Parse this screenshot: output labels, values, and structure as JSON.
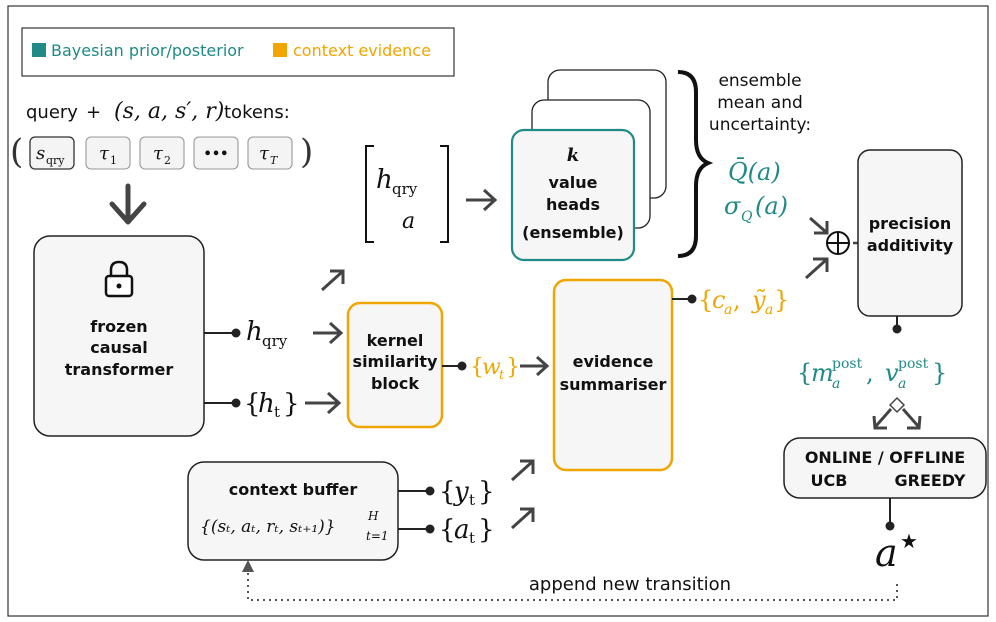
{
  "legend": {
    "prior_label": "Bayesian prior/posterior",
    "context_label": "context evidence",
    "prior_color": "#1f8a86",
    "context_color": "#f0a500"
  },
  "input_header": {
    "query_word": "query",
    "plus": "+",
    "tuple": "(s, a, s′, r)",
    "tokens_word": "tokens:"
  },
  "tokens": {
    "open_paren": "(",
    "close_paren": ")",
    "t_qry_base": "s",
    "t_qry_sub": "qry",
    "t1_base": "τ",
    "t1_sub": "1",
    "t2_base": "τ",
    "t2_sub": "2",
    "ellipsis": "•••",
    "tT_base": "τ",
    "tT_sub": "T"
  },
  "transformer": {
    "line1": "frozen",
    "line2": "causal",
    "line3": "transformer",
    "icon": "lock-icon"
  },
  "h_qry": {
    "base": "h",
    "sub": "qry"
  },
  "h_t": {
    "open": "{",
    "base": "h",
    "sub": "t",
    "close": "}"
  },
  "vector": {
    "top_base": "h",
    "top_sub": "qry",
    "bottom": "a"
  },
  "heads": {
    "k_label": "k",
    "line1": "value",
    "line2": "heads",
    "line3": "(ensemble)"
  },
  "ensemble_note": {
    "line1": "ensemble",
    "line2": "mean and",
    "line3": "uncertainty:"
  },
  "q_bar": "Q̄(a)",
  "sigma_q": {
    "base": "σ",
    "sub": "Q",
    "rest": "(a)"
  },
  "kernel": {
    "line1": "kernel",
    "line2": "similarity",
    "line3": "block"
  },
  "w_t": {
    "open": "{",
    "base": "w",
    "sub": "t",
    "close": "}"
  },
  "evidence": {
    "line1": "evidence",
    "line2": "summariser"
  },
  "c_y": {
    "open": "{",
    "c": "c",
    "c_sub": "a",
    "comma": ", ",
    "y": "ỹ",
    "y_sub": "a",
    "close": "}"
  },
  "oplus": "⊕",
  "precision": {
    "line1": "precision",
    "line2": "additivity"
  },
  "posterior": {
    "open": "{",
    "m": "m",
    "m_sub": "a",
    "m_sup": "post",
    "comma": ", ",
    "v": "v",
    "v_sub": "a",
    "v_sup": "post",
    "close": "}"
  },
  "decision": {
    "line1": "ONLINE / OFFLINE",
    "online_sub": "UCB",
    "offline_sub": "GREEDY"
  },
  "buffer": {
    "title": "context buffer",
    "formula": "{(sₜ, aₜ, rₜ, sₜ₊₁)}",
    "sup": "H",
    "sub": "t=1"
  },
  "y_t": {
    "open": "{",
    "base": "y",
    "sub": "t",
    "close": "}"
  },
  "a_t": {
    "open": "{",
    "base": "a",
    "sub": "t",
    "close": "}"
  },
  "a_star": {
    "base": "a",
    "sup": "★"
  },
  "append_label": "append new transition"
}
